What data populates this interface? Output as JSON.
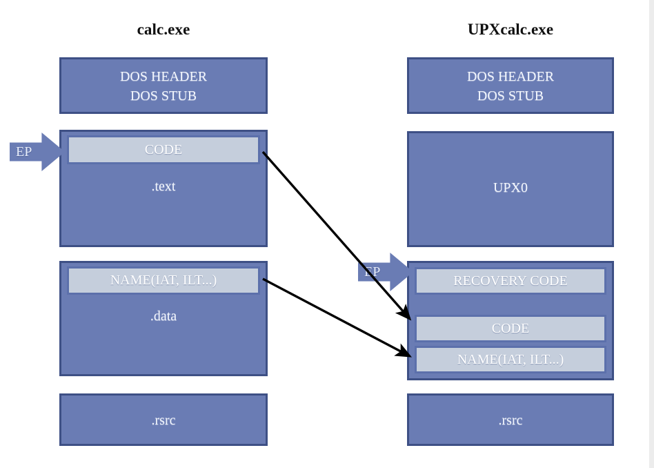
{
  "diagram": {
    "title_left": "calc.exe",
    "title_right": "UPXcalc.exe",
    "ep_label_left": "EP",
    "ep_label_right": "EP",
    "accent_fill": "#6a7cb4",
    "accent_border": "#3e5085",
    "sub_fill": "#c5cedc",
    "sub_border": "#5c70ab",
    "text_color": "#f2f6fd",
    "arrow_color": "#000000"
  },
  "left_file": {
    "name": "calc.exe",
    "sections": [
      {
        "id": "dos",
        "label_line1": "DOS HEADER",
        "label_line2": "DOS STUB"
      },
      {
        "id": "text",
        "label": ".text",
        "sub": "CODE"
      },
      {
        "id": "data",
        "label": ".data",
        "sub": "NAME(IAT, ILT...)"
      },
      {
        "id": "rsrc",
        "label": ".rsrc"
      }
    ]
  },
  "right_file": {
    "name": "UPXcalc.exe",
    "sections": [
      {
        "id": "dos",
        "label_line1": "DOS HEADER",
        "label_line2": "DOS STUB"
      },
      {
        "id": "upx0",
        "label": "UPX0"
      },
      {
        "id": "upx1",
        "sub1": "RECOVERY  CODE",
        "sub2": "CODE",
        "sub3": "NAME(IAT, ILT...)"
      },
      {
        "id": "rsrc",
        "label": ".rsrc"
      }
    ]
  },
  "connectors": [
    {
      "from": "left CODE",
      "to": "right CODE"
    },
    {
      "from": "left NAME(IAT, ILT...)",
      "to": "right NAME(IAT, ILT...)"
    }
  ]
}
